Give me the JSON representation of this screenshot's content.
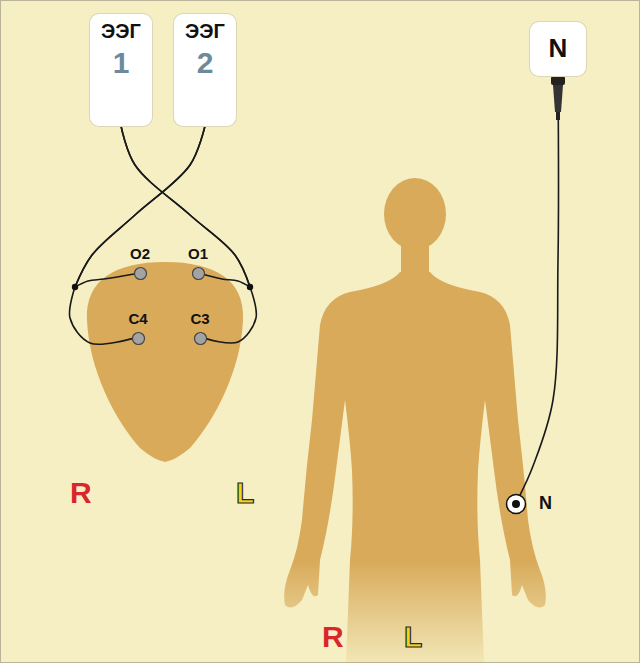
{
  "diagram": {
    "nodes": [
      {
        "text": [
          "ЭЭГ",
          "1"
        ]
      },
      {
        "text": [
          "ЭЭГ",
          "2"
        ]
      },
      {
        "text": [
          "O2"
        ]
      },
      {
        "text": [
          "O1"
        ]
      },
      {
        "text": [
          "C4"
        ]
      },
      {
        "text": [
          "C3"
        ]
      },
      {
        "text": [
          "N"
        ]
      },
      {
        "text": [
          "N"
        ]
      }
    ],
    "edges": [
      {
        "from": 0,
        "to": 3,
        "arrow": "none"
      },
      {
        "from": 0,
        "to": 5,
        "arrow": "none"
      },
      {
        "from": 1,
        "to": 2,
        "arrow": "none"
      },
      {
        "from": 1,
        "to": 4,
        "arrow": "none"
      },
      {
        "from": 6,
        "to": 7,
        "arrow": "none"
      }
    ],
    "labels": [
      "R",
      "L",
      "R",
      "L"
    ]
  }
}
